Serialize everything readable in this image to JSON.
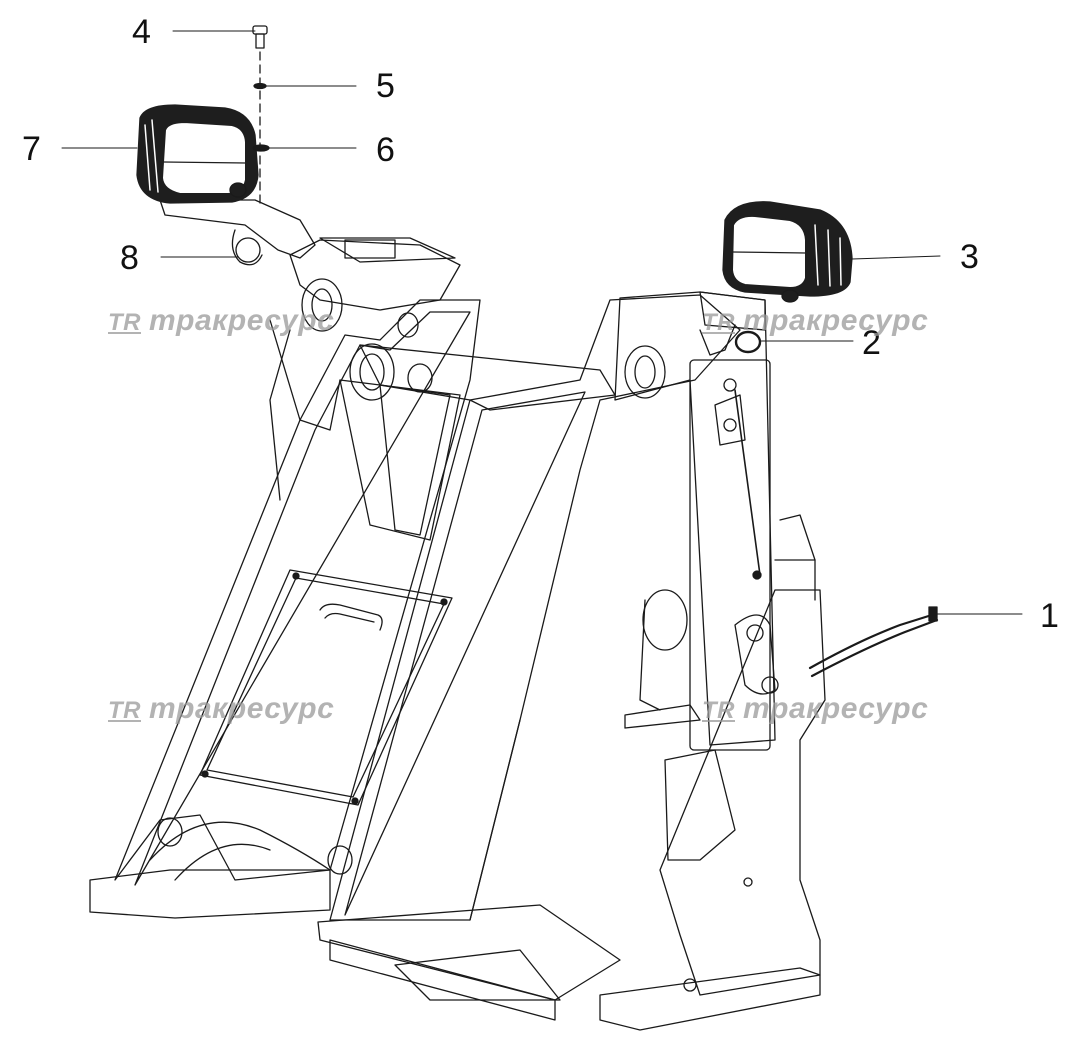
{
  "diagram": {
    "callouts": [
      {
        "id": "1",
        "label": "1"
      },
      {
        "id": "2",
        "label": "2"
      },
      {
        "id": "3",
        "label": "3"
      },
      {
        "id": "4",
        "label": "4"
      },
      {
        "id": "5",
        "label": "5"
      },
      {
        "id": "6",
        "label": "6"
      },
      {
        "id": "7",
        "label": "7"
      },
      {
        "id": "8",
        "label": "8"
      }
    ],
    "watermark": {
      "logo": "TR",
      "text": "тракресурс"
    }
  },
  "colors": {
    "line": "#1a1a1a",
    "lamp": "#1e1e1e",
    "watermark": "#9a9a9a"
  }
}
